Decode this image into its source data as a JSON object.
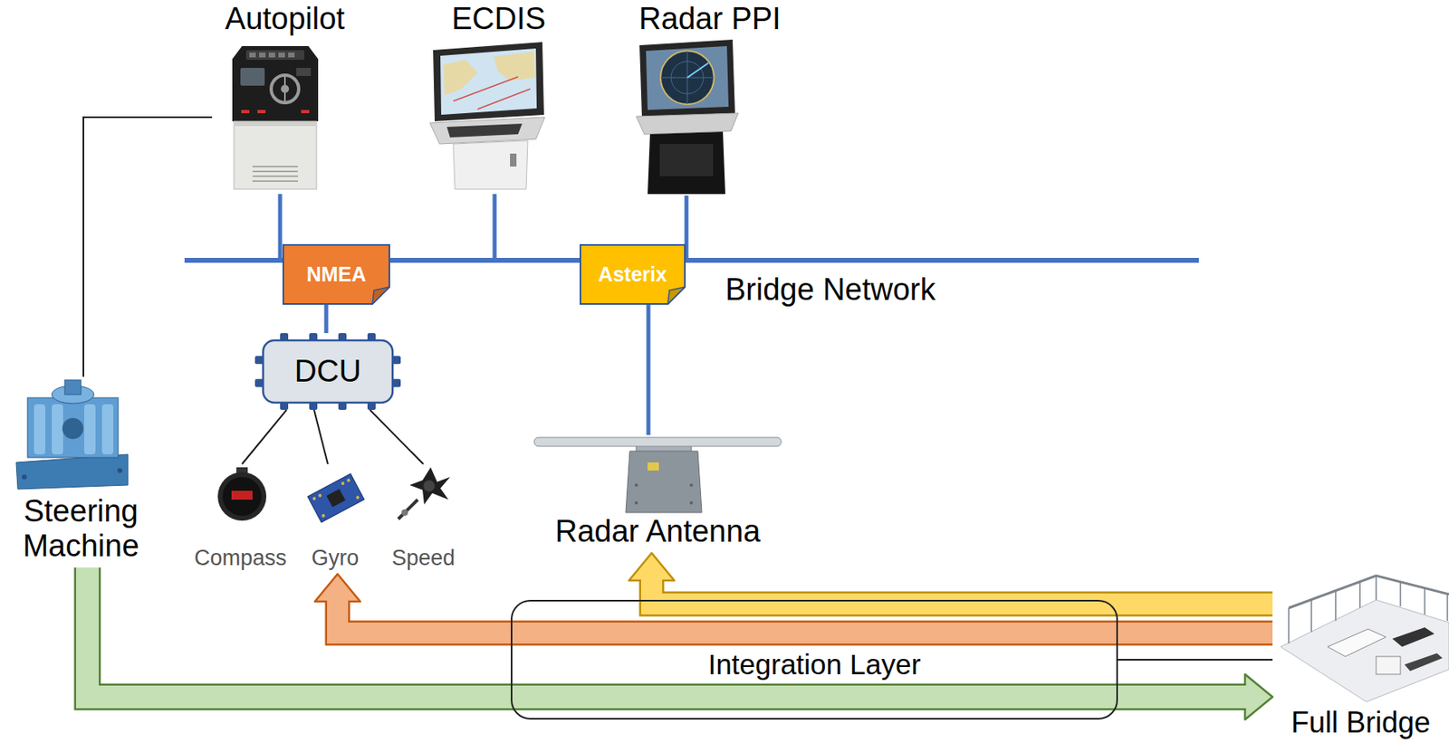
{
  "diagram": {
    "nodes": [
      {
        "text": [
          "Autopilot"
        ]
      },
      {
        "text": [
          "ECDIS"
        ]
      },
      {
        "text": [
          "Radar PPI"
        ]
      },
      {
        "text": [
          "Bridge Network"
        ]
      },
      {
        "text": [
          "NMEA"
        ]
      },
      {
        "text": [
          "Asterix"
        ]
      },
      {
        "text": [
          "DCU"
        ]
      },
      {
        "text": [
          "Steering Machine"
        ]
      },
      {
        "text": [
          "Compass"
        ]
      },
      {
        "text": [
          "Gyro"
        ]
      },
      {
        "text": [
          "Speed"
        ]
      },
      {
        "text": [
          "Radar Antenna"
        ]
      },
      {
        "text": [
          "Integration Layer"
        ]
      },
      {
        "text": [
          "Full Bridge"
        ]
      }
    ],
    "edges": [
      {
        "from": 0,
        "to": 7,
        "arrow": "none"
      },
      {
        "from": 0,
        "to": 3,
        "arrow": "none"
      },
      {
        "from": 1,
        "to": 3,
        "arrow": "none"
      },
      {
        "from": 2,
        "to": 3,
        "arrow": "none"
      },
      {
        "from": 6,
        "to": 4,
        "arrow": "none"
      },
      {
        "from": 11,
        "to": 5,
        "arrow": "none"
      },
      {
        "from": 6,
        "to": 8,
        "arrow": "none"
      },
      {
        "from": 6,
        "to": 9,
        "arrow": "none"
      },
      {
        "from": 6,
        "to": 10,
        "arrow": "none"
      },
      {
        "from": 13,
        "to": 11,
        "arrow": "to"
      },
      {
        "from": 13,
        "to": 9,
        "arrow": "to"
      },
      {
        "from": 7,
        "to": 13,
        "arrow": "to"
      },
      {
        "from": 12,
        "to": 13,
        "arrow": "none"
      }
    ]
  }
}
